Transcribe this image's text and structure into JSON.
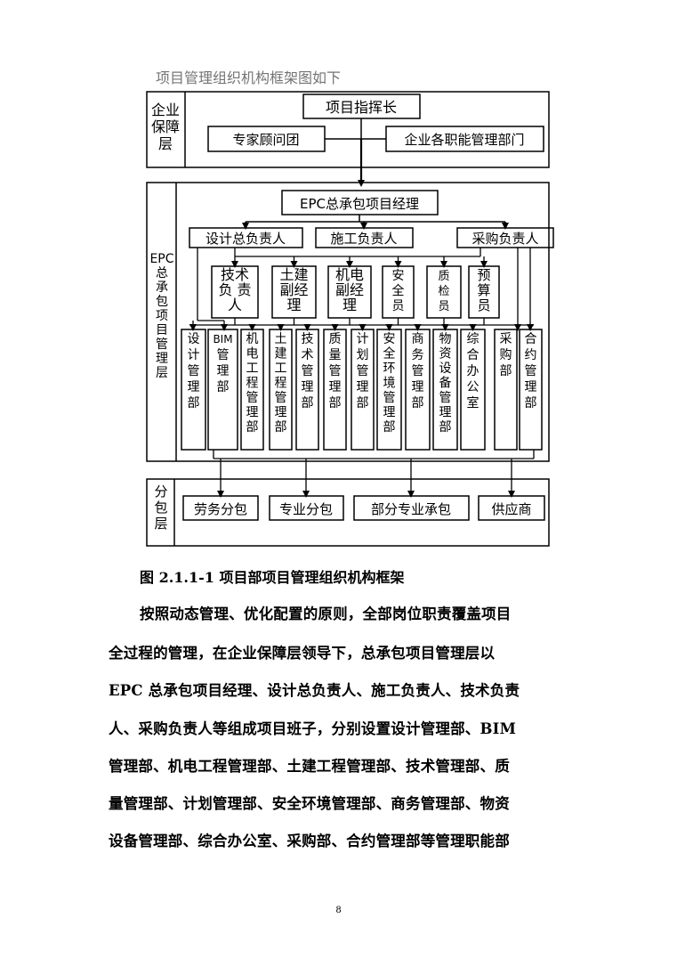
{
  "diagram": {
    "title_partial": "项目管理组织机构框架图如下",
    "layers": {
      "enterprise": {
        "label": "企业\n保障\n层",
        "commander": "项目指挥长",
        "experts": "专家顾问团",
        "functions": "企业各职能管理部门"
      },
      "epc": {
        "label": "EPC\n总\n承\n包\n项\n目\n管\n理\n层",
        "manager": "EPC总承包项目经理",
        "leaders": [
          "设计总负责人",
          "施工负责人",
          "采购负责人"
        ],
        "deputies": [
          "技术\n负 责\n人",
          "土建\n副经\n理",
          "机电\n副经\n理",
          "安\n全\n员",
          "质\n检\n员",
          "预\n算\n员"
        ],
        "departments": [
          "设\n计\n管\n理\n部",
          "BIM\n管\n理\n部",
          "机\n电\n工\n程\n管\n理\n部",
          "土\n建\n工\n程\n管\n理\n部",
          "技\n术\n管\n理\n部",
          "质\n量\n管\n理\n部",
          "计\n划\n管\n理\n部",
          "安\n全\n环\n境\n管\n理\n部",
          "商\n务\n管\n理\n部",
          "物\n资\n设\n备\n管\n理\n部",
          "综\n合\n办\n公\n室",
          "采\n购\n部",
          "合\n约\n管\n理\n部"
        ]
      },
      "sub": {
        "label": "分\n包\n层",
        "items": [
          "劳务分包",
          "专业分包",
          "部分专业承包",
          "供应商"
        ]
      }
    }
  },
  "caption": "图 2.1.1-1 项目部项目管理组织机构框架",
  "paragraph_lines": [
    "按照动态管理、优化配置的原则，全部岗位职责覆盖项目",
    "全过程的管理，在企业保障层领导下，总承包项目管理层以",
    "EPC 总承包项目经理、设计总负责人、施工负责人、技术负责",
    "人、采购负责人等组成项目班子，分别设置设计管理部、BIM",
    "管理部、机电工程管理部、土建工程管理部、技术管理部、质",
    "量管理部、计划管理部、安全环境管理部、商务管理部、物资",
    "设备管理部、综合办公室、采购部、合约管理部等管理职能部"
  ],
  "page_number": "8"
}
